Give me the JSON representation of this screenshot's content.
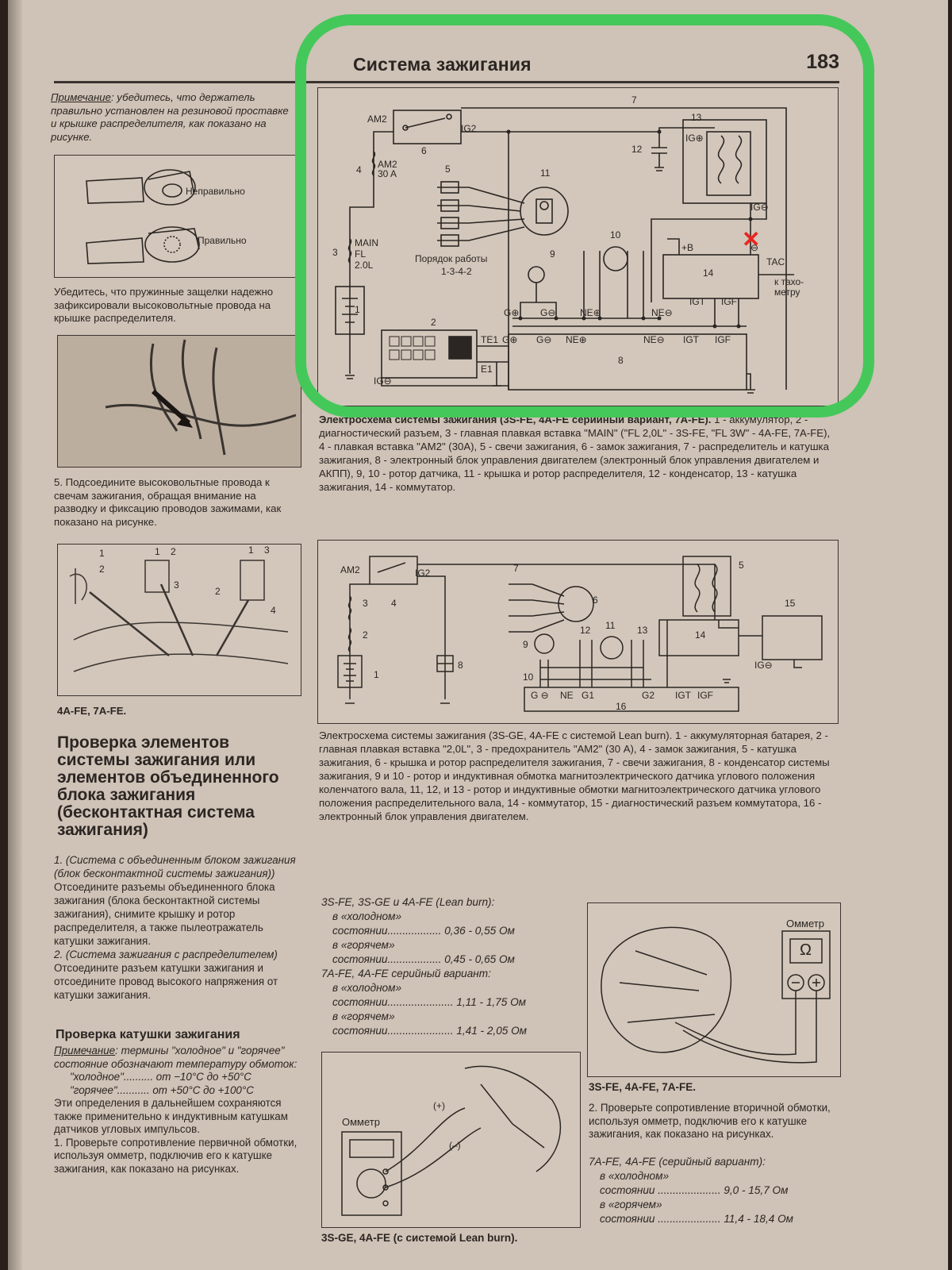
{
  "header": {
    "title": "Система зажигания",
    "page_number": "183"
  },
  "left_column": {
    "note_label": "Примечание",
    "note_text": ": убедитесь, что держатель правильно установлен на резиновой проставке и крышке распределителя, как показано на рисунке.",
    "fig1_label_wrong": "Неправильно",
    "fig1_label_right": "Правильно",
    "para_clips": "Убедитесь, что пружинные защелки надежно зафиксировали высоковольтные провода на крышке распределителя.",
    "step5": "5. Подсоедините высоковольтные провода к свечам зажигания, обращая внимание на разводку и фиксацию проводов зажимами, как показано на рисунке.",
    "fig3_numbers": [
      "1",
      "2",
      "1",
      "2",
      "1",
      "3",
      "3",
      "2",
      "4"
    ],
    "fig3_caption": "4A-FE, 7A-FE.",
    "section_title": "Проверка элементов системы зажигания или элементов объединенного блока зажигания (бесконтактная система зажигания)",
    "item1_italic": "1. (Система с объединенным блоком зажигания (блок бесконтактной системы зажигания))",
    "item1_text": "Отсоедините разъемы объединенного блока зажигания (блока бесконтактной системы зажигания), снимите крышку и ротор распределителя, а также пылеотражатель катушки зажигания.",
    "item2_italic": "2. (Система зажигания с распределителем)",
    "item2_text": "Отсоедините разъем катушки зажигания и отсоедините провод высокого напряжения от катушки зажигания.",
    "subsection_title": "Проверка катушки зажигания",
    "note2_label": "Примечание",
    "note2_text": ": термины \"холодное\" и \"горячее\" состояние обозначают температуру обмоток:",
    "cold_def": "\"холодное\".......... от −10°С до +50°С",
    "hot_def": "\"горячее\"........... от +50°С до +100°С",
    "definitions_text": "Эти определения в дальнейшем сохраняются также применительно к индуктивным катушкам датчиков угловых импульсов.",
    "step1": "1. Проверьте сопротивление первичной обмотки, используя омметр, подключив его к катушке зажигания, как показано на рисунках."
  },
  "diagram1": {
    "labels": {
      "am2": "AM2",
      "ig2": "IG2",
      "n6": "6",
      "n7": "7",
      "n13": "13",
      "igp": "IG⊕",
      "n12": "12",
      "n4": "4",
      "am2_30a": "AM2\n30 A",
      "n5": "5",
      "n11": "11",
      "ign": "IG⊖",
      "n10": "10",
      "b_plus": "+B",
      "minus": "⊖",
      "n3": "3",
      "main": "MAIN",
      "fl": "FL",
      "fl20": "2.0L",
      "order": "Порядок работы",
      "order_seq": "1-3-4-2",
      "n9": "9",
      "n14": "14",
      "tac": "TAC",
      "tacho": "к тахо-\nметру",
      "n1": "1",
      "gp": "G⊕",
      "gn": "G⊖",
      "nep": "NE⊕",
      "nen": "NE⊖",
      "igt": "IGT",
      "igf": "IGF",
      "n2": "2",
      "te1": "TE1",
      "e1": "E1",
      "n8": "8",
      "ig_neg": "IG⊖"
    },
    "caption_title": "Электросхема системы зажигания (3S-FE, 4A-FE серийный вариант, 7A-FE).",
    "caption_text": "1 - аккумулятор, 2 - диагностический разъем, 3 - главная плавкая вставка \"MAIN\" (\"FL 2,0L\" - 3S-FE, \"FL 3W\" - 4A-FE, 7A-FE), 4 - плавкая вставка \"AM2\" (30A), 5 - свечи зажигания, 6 - замок зажигания, 7 - распределитель и катушка зажигания, 8 - электронный блок управления двигателем (электронный блок управления двигателем и АКПП), 9, 10 - ротор датчика, 11 - крышка и ротор распределителя, 12 - конденсатор, 13 - катушка зажигания, 14 - коммутатор."
  },
  "diagram2": {
    "labels": {
      "am2": "AM2",
      "ig2": "IG2",
      "n7": "7",
      "n5": "5",
      "n3": "3",
      "n4": "4",
      "n6": "6",
      "n15": "15",
      "n2": "2",
      "n9": "9",
      "n12": "12",
      "n11": "11",
      "n13": "13",
      "n14": "14",
      "n8": "8",
      "n10": "10",
      "n1": "1",
      "ig_neg": "IG⊖",
      "g_neg": "G ⊖",
      "ne": "NE",
      "g1": "G1",
      "g2": "G2",
      "igt": "IGT",
      "igf": "IGF",
      "n16": "16"
    },
    "caption_title": "Электросхема системы зажигания (3S-GE, 4A-FE с системой Lean burn).",
    "caption_text": "1 - аккумуляторная батарея, 2 - главная плавкая вставка \"2,0L\", 3 - предохранитель \"AM2\" (30 А), 4 - замок зажигания, 5 - катушка зажигания, 6 - крышка и ротор распределителя зажигания, 7 - свечи зажигания, 8 - конденсатор системы зажигания, 9 и 10 - ротор и индуктивная обмотка магнитоэлектрического датчика углового положения коленчатого вала, 11, 12, и 13 - ротор и индуктивные обмотки магнитоэлектрического датчика углового положения распределительного вала, 14 - коммутатор, 15 - диагностический разъем коммутатора, 16 - электронный блок управления двигателем."
  },
  "specs1": {
    "group1": "3S-FE, 3S-GE и 4A-FE (Lean burn):",
    "cold_label": "в «холодном»",
    "cold_row": "состоянии.................. 0,36 - 0,55 Ом",
    "hot_label": "в «горячем»",
    "hot_row": "состоянии.................. 0,45 - 0,65 Ом",
    "group2": "7A-FE, 4A-FE серийный вариант:",
    "cold_label2": "в «холодном»",
    "cold_row2": "состоянии...................... 1,11 - 1,75 Ом",
    "hot_label2": "в «горячем»",
    "hot_row2": "состоянии...................... 1,41 - 2,05 Ом"
  },
  "fig_ohm_left": {
    "title": "Омметр",
    "plus": "(+)",
    "minus": "(–)",
    "caption": "3S-GE, 4A-FE (с системой Lean burn)."
  },
  "fig_ohm_right": {
    "title": "Омметр",
    "omega": "Ω",
    "caption": "3S-FE, 4A-FE, 7A-FE."
  },
  "right_bottom": {
    "step2": "2. Проверьте сопротивление вторичной обмотки, используя омметр, подключив его к катушке зажигания, как показано на рисунках.",
    "group": "7A-FE, 4A-FE (серийный вариант):",
    "cold_label": "в «холодном»",
    "cold_row": "состоянии ..................... 9,0 - 15,7 Ом",
    "hot_label": "в «горячем»",
    "hot_row": "состоянии ..................... 11,4 - 18,4 Ом"
  },
  "colors": {
    "highlight": "#45c85a",
    "mark": "#e8251f",
    "paper": "#cfc2b6",
    "ink": "#2b2623"
  }
}
